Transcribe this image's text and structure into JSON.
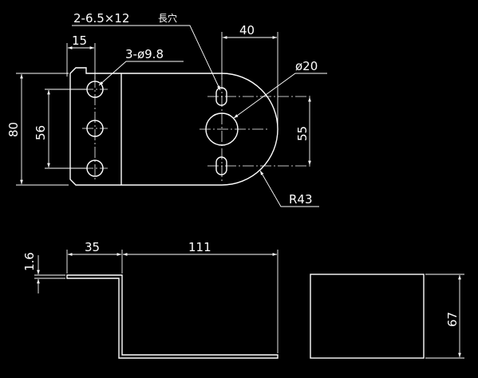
{
  "background_color": "#000000",
  "line_color": "#ffffff",
  "top_view": {
    "slot_note": "2-6.5×12",
    "slot_note_suffix": "長穴",
    "width_40": "40",
    "width_15": "15",
    "hole_note": "3-ø9.8",
    "dia_note": "ø20",
    "height_80": "80",
    "height_56": "56",
    "height_55": "55",
    "radius_note": "R43"
  },
  "side_view": {
    "thickness": "1.6",
    "length_35": "35",
    "length_111": "111"
  },
  "end_view": {
    "height_67": "67"
  }
}
